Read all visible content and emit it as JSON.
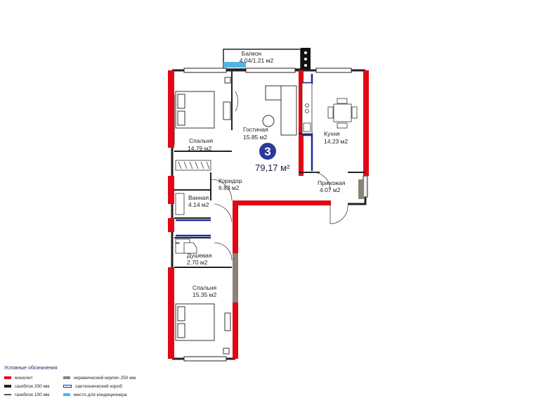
{
  "unit": {
    "rooms_count": "3",
    "total_area": "79,17 м²"
  },
  "rooms": {
    "balcony": {
      "name": "Балкон",
      "area": "4.04/1.21 м2"
    },
    "living": {
      "name": "Гостиная",
      "area": "15.85  м2"
    },
    "kitchen": {
      "name": "Кухня",
      "area": "14.23 м2"
    },
    "bedroom1": {
      "name": "Спальня",
      "area": "14.79 м2"
    },
    "corridor": {
      "name": "Коридор",
      "area": "6.83 м2"
    },
    "hall": {
      "name": "Прихожая",
      "area": "4.07 м2"
    },
    "bathroom": {
      "name": "Ванная",
      "area": "4.14 м2"
    },
    "shower": {
      "name": "Душевая",
      "area": "2.70 м2"
    },
    "bedroom2": {
      "name": "Спальня",
      "area": "15.35 м2"
    }
  },
  "legend": {
    "title": "Условные обозначения",
    "items": [
      {
        "label": "монолит",
        "color": "#e30613"
      },
      {
        "label": "газоблок 200 мм",
        "color": "#222222"
      },
      {
        "label": "газоблок 100 мм",
        "color": "#555555"
      },
      {
        "label": "керамический кирпич 250 мм",
        "color": "#8a8275"
      },
      {
        "label": "сантехнический короб",
        "color": "#1b2a9c"
      },
      {
        "label": "место для кондиционера",
        "color": "#4fb3e8"
      }
    ]
  },
  "colors": {
    "monolith": "#e30613",
    "wall": "#222222",
    "brick": "#8a8275",
    "duct": "#1b2a9c",
    "ac": "#4fb3e8",
    "badge": "#2a3a9a"
  }
}
